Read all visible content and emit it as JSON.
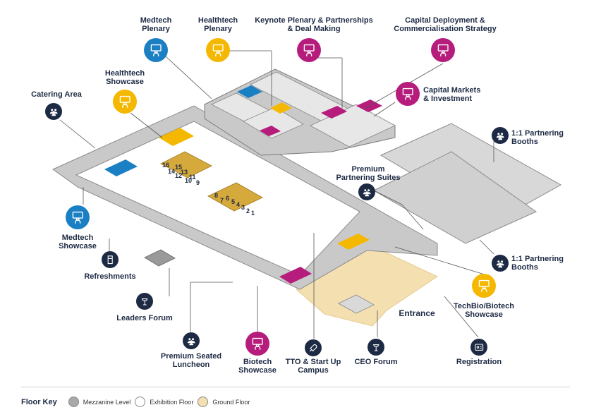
{
  "colors": {
    "navy": "#1d2a44",
    "blue": "#1b7fc4",
    "yellow": "#f5b800",
    "magenta": "#b51c7b",
    "mezzanine": "#b7b7b7",
    "exhibition": "#ffffff",
    "ground": "#f3dfb0"
  },
  "labels": {
    "medtech_plenary": "Medtech Plenary",
    "healthtech_plenary": "Healthtech Plenary",
    "keynote_plenary": "Keynote Plenary & Partnerships & Deal Making",
    "capital_deployment": "Capital Deployment & Commercialisation Strategy",
    "capital_markets": "Capital Markets & Investment",
    "healthtech_showcase": "Healthtech Showcase",
    "catering_area": "Catering Area",
    "partnering_booths_top": "1:1 Partnering Booths",
    "premium_suites": "Premium Partnering Suites",
    "medtech_showcase": "Medtech Showcase",
    "refreshments": "Refreshments",
    "partnering_booths_bottom": "1:1 Partnering Booths",
    "leaders_forum": "Leaders Forum",
    "techbio_showcase": "TechBio/Biotech Showcase",
    "entrance": "Entrance",
    "premium_luncheon": "Premium Seated Luncheon",
    "biotech_showcase": "Biotech Showcase",
    "tto_campus": "TTO & Start Up Campus",
    "ceo_forum": "CEO Forum",
    "registration": "Registration"
  },
  "booth_numbers": {
    "upper": [
      "16",
      "15",
      "14",
      "13",
      "12",
      "11",
      "10",
      "9"
    ],
    "lower": [
      "8",
      "7",
      "6",
      "5",
      "4",
      "3",
      "2",
      "1"
    ]
  },
  "icons": [
    {
      "id": "medtech_plenary",
      "name": "presenter-icon",
      "color": "blue"
    },
    {
      "id": "healthtech_plenary",
      "name": "presenter-icon",
      "color": "yellow"
    },
    {
      "id": "keynote_plenary",
      "name": "presenter-icon",
      "color": "magenta"
    },
    {
      "id": "capital_deployment",
      "name": "presenter-icon",
      "color": "magenta"
    },
    {
      "id": "capital_markets",
      "name": "presenter-icon",
      "color": "magenta"
    },
    {
      "id": "healthtech_showcase",
      "name": "presenter-icon",
      "color": "yellow"
    },
    {
      "id": "catering_area",
      "name": "people-group-icon",
      "color": "navy"
    },
    {
      "id": "partnering_booths_top",
      "name": "people-group-icon",
      "color": "navy"
    },
    {
      "id": "premium_suites",
      "name": "people-group-icon",
      "color": "navy"
    },
    {
      "id": "medtech_showcase",
      "name": "presenter-icon",
      "color": "blue"
    },
    {
      "id": "refreshments",
      "name": "coffee-cup-icon",
      "color": "navy"
    },
    {
      "id": "partnering_booths_bottom",
      "name": "people-group-icon",
      "color": "navy"
    },
    {
      "id": "leaders_forum",
      "name": "lectern-icon",
      "color": "navy"
    },
    {
      "id": "techbio_showcase",
      "name": "presenter-icon",
      "color": "yellow"
    },
    {
      "id": "premium_luncheon",
      "name": "people-group-icon",
      "color": "navy"
    },
    {
      "id": "biotech_showcase",
      "name": "presenter-icon",
      "color": "magenta"
    },
    {
      "id": "tto_campus",
      "name": "rocket-icon",
      "color": "navy"
    },
    {
      "id": "ceo_forum",
      "name": "lectern-icon",
      "color": "navy"
    },
    {
      "id": "registration",
      "name": "id-card-icon",
      "color": "navy"
    }
  ],
  "floor_key": {
    "title": "Floor Key",
    "items": [
      {
        "label": "Mezzanine Level",
        "color": "#a9a9a9"
      },
      {
        "label": "Exhibition Floor",
        "color": "#ffffff"
      },
      {
        "label": "Ground Floor",
        "color": "#f3dfb0"
      }
    ]
  }
}
